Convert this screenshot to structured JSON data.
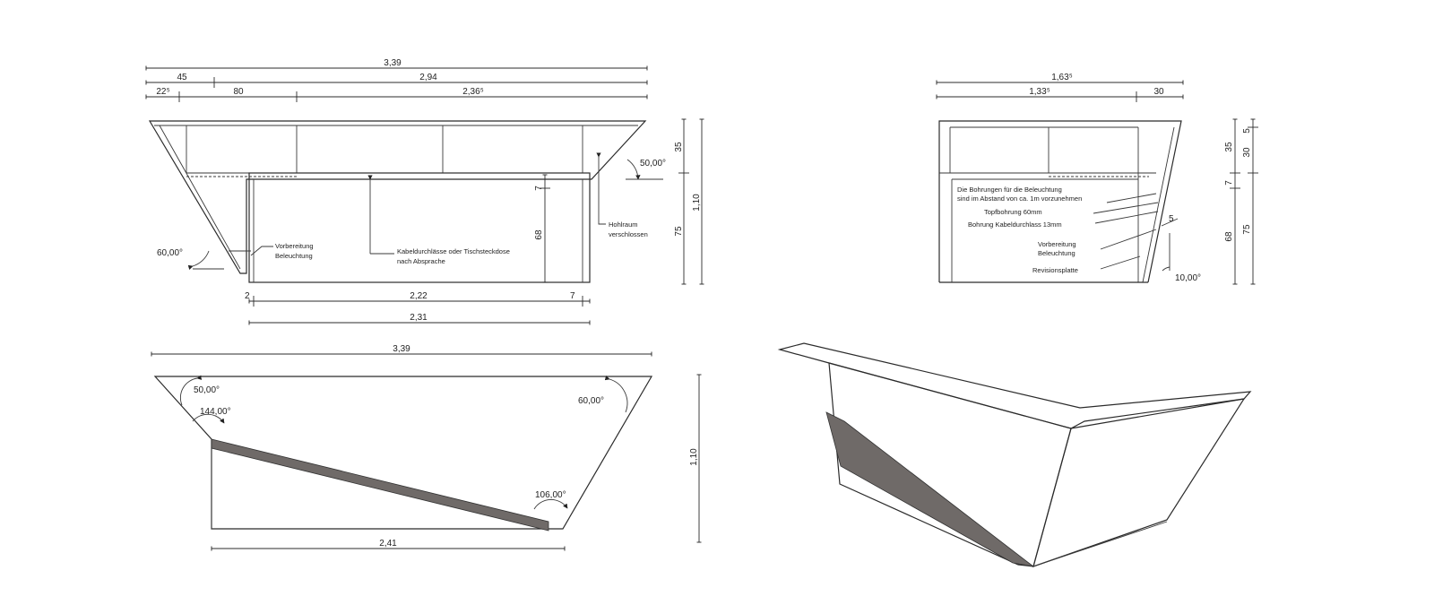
{
  "front_elevation": {
    "dims_top": {
      "total": "3,39",
      "left": "45",
      "right": "2,94",
      "seg_a": "22⁵",
      "seg_b": "80",
      "seg_c": "2,36⁵"
    },
    "dims_bottom": {
      "inner": "2,22",
      "outer": "2,31",
      "gap_left": "2",
      "gap_right": "7"
    },
    "dims_right": {
      "top": "35",
      "total": "1,10",
      "lower": "75",
      "gap": "7",
      "counter": "68"
    },
    "angles": {
      "right": "50,00°",
      "left": "60,00°"
    },
    "notes": {
      "lighting": [
        "Vorbereitung",
        "Beleuchtung"
      ],
      "cable": [
        "Kabeldurchlässe oder Tischsteckdose",
        "nach Absprache"
      ],
      "cavity": [
        "Hohlraum",
        "verschlossen"
      ]
    }
  },
  "side_elevation": {
    "dims_top": {
      "total": "1,63⁵",
      "left": "1,33⁵",
      "right": "30"
    },
    "dims_right_a": {
      "top": "35",
      "gap": "7",
      "lower": "68"
    },
    "dims_right_b": {
      "top": "5",
      "mid": "30",
      "lower": "75"
    },
    "angle": "10,00°",
    "label_5": "5",
    "notes": {
      "drilling": [
        "Die Bohrungen für die Beleuchtung",
        "sind im Abstand von ca. 1m vorzunehmen"
      ],
      "topf": "Topfbohrung 60mm",
      "cable": "Bohrung Kabeldurchlass 13mm",
      "lighting": [
        "Vorbereitung",
        "Beleuchtung"
      ],
      "panel": "Revisionsplatte"
    }
  },
  "plan_view": {
    "dim_total": "3,39",
    "dim_bottom": "2,41",
    "dim_right": "1,10",
    "angles": {
      "a1": "50,00°",
      "a2": "144,00°",
      "a3": "60,00°",
      "a4": "106,00°"
    }
  },
  "colors": {
    "line": "#2b2b2b",
    "band": "#6f6a68",
    "background": "#ffffff"
  }
}
